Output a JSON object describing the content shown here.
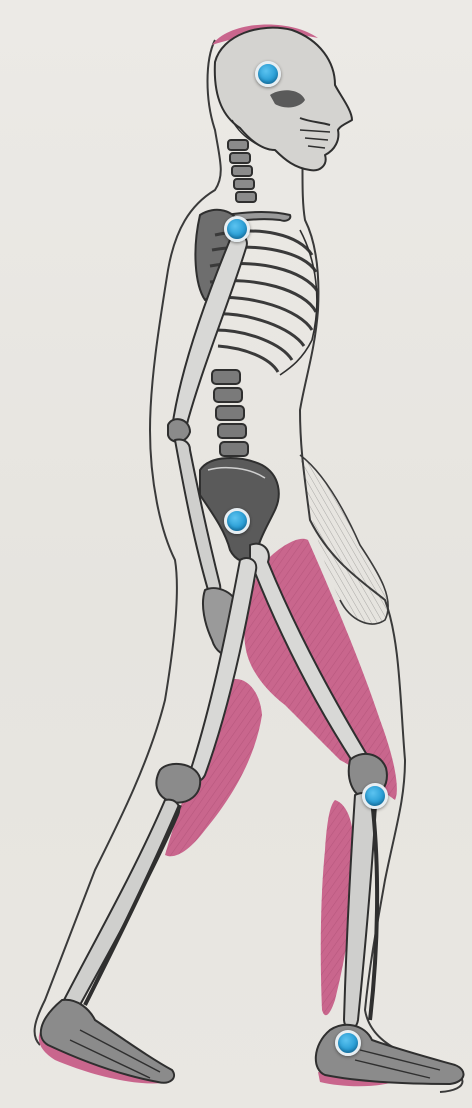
{
  "figure": {
    "subject": "skeleton-walking-side-view",
    "colors": {
      "paper": "#e9e8e4",
      "outline": "#3a3a3a",
      "bone_dark": "#2f2f2f",
      "bone_mid": "#8b8b8b",
      "bone_light": "#d8d8d6",
      "muscle": "#c9668d",
      "muscle_dark": "#a94a70",
      "hotspot_fill": "#2b9fd6",
      "hotspot_ring": "#e7eef2"
    }
  },
  "hotspots": [
    {
      "name": "head",
      "icon": "blue-dot-icon"
    },
    {
      "name": "shoulder",
      "icon": "blue-dot-icon"
    },
    {
      "name": "hip",
      "icon": "blue-dot-icon"
    },
    {
      "name": "knee",
      "icon": "blue-dot-icon"
    },
    {
      "name": "ankle",
      "icon": "blue-dot-icon"
    }
  ]
}
